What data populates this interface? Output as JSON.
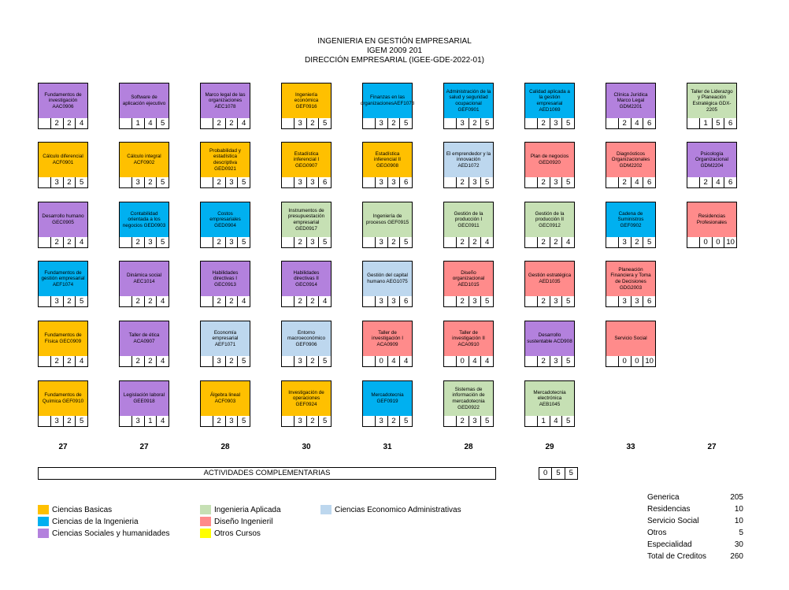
{
  "header": {
    "line1": "INGENIERIA EN GESTIÓN EMPRESARIAL",
    "line2": "IGEM 2009 201",
    "line3": "DIRECCIÓN EMPRESARIAL (IGEE-GDE-2022-01)"
  },
  "colors": {
    "basicas": "#ffc000",
    "ingenieria": "#00b0f0",
    "sociales": "#b381dd",
    "aplicada": "#c6e0b4",
    "disenio": "#ff8b8b",
    "economico": "#bdd7ee",
    "otros": "#ffff00"
  },
  "columns": [
    {
      "total": "27",
      "courses": [
        {
          "name": "Fundamentos de investigación AAC0906",
          "cat": "sociales",
          "credits": [
            "",
            "2",
            "2",
            "4"
          ]
        },
        {
          "name": "Cálculo diferencial ACF0901",
          "cat": "basicas",
          "credits": [
            "",
            "3",
            "2",
            "5"
          ]
        },
        {
          "name": "Desarrollo humano GEC0905",
          "cat": "sociales",
          "credits": [
            "",
            "2",
            "2",
            "4"
          ]
        },
        {
          "name": "Fundamentos de gestión empresarial AEF1074",
          "cat": "ingenieria",
          "credits": [
            "",
            "3",
            "2",
            "5"
          ]
        },
        {
          "name": "Fundamentos de Física GEC0909",
          "cat": "basicas",
          "credits": [
            "",
            "2",
            "2",
            "4"
          ]
        },
        {
          "name": "Fundamentos de Química GEF0910",
          "cat": "basicas",
          "credits": [
            "",
            "3",
            "2",
            "5"
          ]
        }
      ]
    },
    {
      "total": "27",
      "courses": [
        {
          "name": "Software de aplicación ejecutivo",
          "cat": "sociales",
          "credits": [
            "",
            "1",
            "4",
            "5"
          ]
        },
        {
          "name": "Cálculo integral ACF0902",
          "cat": "basicas",
          "credits": [
            "",
            "3",
            "2",
            "5"
          ]
        },
        {
          "name": "Contabilidad orientada a los negocios GED0903",
          "cat": "ingenieria",
          "credits": [
            "",
            "2",
            "3",
            "5"
          ]
        },
        {
          "name": "Dinámica social AEC1014",
          "cat": "sociales",
          "credits": [
            "",
            "2",
            "2",
            "4"
          ]
        },
        {
          "name": "Taller de ética ACA0907",
          "cat": "sociales",
          "credits": [
            "",
            "2",
            "2",
            "4"
          ]
        },
        {
          "name": "Legislación laboral GEE0918",
          "cat": "sociales",
          "credits": [
            "",
            "3",
            "1",
            "4"
          ]
        }
      ]
    },
    {
      "total": "28",
      "courses": [
        {
          "name": "Marco legal de las organizaciones AEC1078",
          "cat": "sociales",
          "credits": [
            "",
            "2",
            "2",
            "4"
          ]
        },
        {
          "name": "Probabilidad y estadística descriptiva GED0921",
          "cat": "basicas",
          "credits": [
            "",
            "2",
            "3",
            "5"
          ]
        },
        {
          "name": "Costos empresariales GED0904",
          "cat": "ingenieria",
          "credits": [
            "",
            "2",
            "3",
            "5"
          ]
        },
        {
          "name": "Habilidades directivas I GEC0913",
          "cat": "sociales",
          "credits": [
            "",
            "2",
            "2",
            "4"
          ]
        },
        {
          "name": "Economía empresarial AEF1071",
          "cat": "economico",
          "credits": [
            "",
            "3",
            "2",
            "5"
          ]
        },
        {
          "name": "Álgebra lineal ACF0903",
          "cat": "basicas",
          "credits": [
            "",
            "2",
            "3",
            "5"
          ]
        }
      ]
    },
    {
      "total": "30",
      "courses": [
        {
          "name": "Ingeniería económica GEF0916",
          "cat": "basicas",
          "credits": [
            "",
            "3",
            "2",
            "5"
          ]
        },
        {
          "name": "Estadística inferencial I GEG0907",
          "cat": "basicas",
          "credits": [
            "",
            "3",
            "3",
            "6"
          ]
        },
        {
          "name": "Instrumentos de presupuestación empresarial GED0917",
          "cat": "aplicada",
          "credits": [
            "",
            "2",
            "3",
            "5"
          ]
        },
        {
          "name": "Habilidades directivas II GEC0914",
          "cat": "sociales",
          "credits": [
            "",
            "2",
            "2",
            "4"
          ]
        },
        {
          "name": "Entorno macroeconómico GEF0906",
          "cat": "economico",
          "credits": [
            "",
            "3",
            "2",
            "5"
          ]
        },
        {
          "name": "Investigación de operaciones GEF0924",
          "cat": "basicas",
          "credits": [
            "",
            "3",
            "2",
            "5"
          ]
        }
      ]
    },
    {
      "total": "31",
      "courses": [
        {
          "name": "Finanzas en las organizacionesAEF1073",
          "cat": "ingenieria",
          "credits": [
            "",
            "3",
            "2",
            "5"
          ]
        },
        {
          "name": "Estadística inferencial II GEG0908",
          "cat": "basicas",
          "credits": [
            "",
            "3",
            "3",
            "6"
          ]
        },
        {
          "name": "Ingeniería de procesos GEF0915",
          "cat": "aplicada",
          "credits": [
            "",
            "3",
            "2",
            "5"
          ]
        },
        {
          "name": "Gestión del capital humano AEG1075",
          "cat": "economico",
          "credits": [
            "",
            "3",
            "3",
            "6"
          ]
        },
        {
          "name": "Taller de investigación I ACA0909",
          "cat": "disenio",
          "credits": [
            "",
            "0",
            "4",
            "4"
          ]
        },
        {
          "name": "Mercadotecnia GEF0919",
          "cat": "ingenieria",
          "credits": [
            "",
            "3",
            "2",
            "5"
          ]
        }
      ]
    },
    {
      "total": "28",
      "courses": [
        {
          "name": "Administración de la salud y seguridad ocupacional GEF0901",
          "cat": "ingenieria",
          "credits": [
            "",
            "3",
            "2",
            "5"
          ]
        },
        {
          "name": "El emprendedor y la innovación AED1072",
          "cat": "economico",
          "credits": [
            "",
            "2",
            "3",
            "5"
          ]
        },
        {
          "name": "Gestión de la producción I GEC0911",
          "cat": "aplicada",
          "credits": [
            "",
            "2",
            "2",
            "4"
          ]
        },
        {
          "name": "Diseño organizacional AED1015",
          "cat": "disenio",
          "credits": [
            "",
            "2",
            "3",
            "5"
          ]
        },
        {
          "name": "Taller de investigación II ACA0910",
          "cat": "disenio",
          "credits": [
            "",
            "0",
            "4",
            "4"
          ]
        },
        {
          "name": "Sistemas de información de mercadotecnia GED0922",
          "cat": "aplicada",
          "credits": [
            "",
            "2",
            "3",
            "5"
          ]
        }
      ]
    },
    {
      "total": "29",
      "courses": [
        {
          "name": "Calidad aplicada a la gestión empresarial AED1069",
          "cat": "ingenieria",
          "credits": [
            "",
            "2",
            "3",
            "5"
          ]
        },
        {
          "name": "Plan de negocios GED0920",
          "cat": "disenio",
          "credits": [
            "",
            "2",
            "3",
            "5"
          ]
        },
        {
          "name": "Gestión de la producción II GEC0912",
          "cat": "aplicada",
          "credits": [
            "",
            "2",
            "2",
            "4"
          ]
        },
        {
          "name": "Gestión estratégica AED1035",
          "cat": "disenio",
          "credits": [
            "",
            "2",
            "3",
            "5"
          ]
        },
        {
          "name": "Desarrollo sustentable ACD908",
          "cat": "sociales",
          "credits": [
            "",
            "2",
            "3",
            "5"
          ]
        },
        {
          "name": "Mercadotecnia electrónica AEB1045",
          "cat": "aplicada",
          "credits": [
            "",
            "1",
            "4",
            "5"
          ]
        }
      ]
    },
    {
      "total": "33",
      "courses": [
        {
          "name": "Clínica Jurídica Marco Legal GDM2201",
          "cat": "sociales",
          "credits": [
            "",
            "2",
            "4",
            "6"
          ]
        },
        {
          "name": "Diagnósticos Organizacionales GDM2202",
          "cat": "disenio",
          "credits": [
            "",
            "2",
            "4",
            "6"
          ]
        },
        {
          "name": "Cadena de Suministros GEF0902",
          "cat": "ingenieria",
          "credits": [
            "",
            "3",
            "2",
            "5"
          ]
        },
        {
          "name": "Planeación Financiera y Toma de Decisiones GDG2003",
          "cat": "disenio",
          "credits": [
            "",
            "3",
            "3",
            "6"
          ]
        },
        {
          "name": "Servicio Social",
          "cat": "disenio",
          "credits": [
            "",
            "0",
            "0",
            "10"
          ]
        }
      ]
    },
    {
      "total": "27",
      "courses": [
        {
          "name": "Taller de Liderazgo y Planeación Estratégica GDX-2205",
          "cat": "aplicada",
          "credits": [
            "",
            "1",
            "5",
            "6"
          ]
        },
        {
          "name": "Psicología Organizacional GDM2204",
          "cat": "sociales",
          "credits": [
            "",
            "2",
            "4",
            "6"
          ]
        },
        {
          "name": "Residencias Profesionales",
          "cat": "disenio",
          "credits": [
            "",
            "0",
            "0",
            "10"
          ]
        }
      ]
    }
  ],
  "actividades": {
    "label": "ACTIVIDADES COMPLEMENTARIAS",
    "credits": [
      "0",
      "5",
      "5"
    ]
  },
  "legend": [
    {
      "label": "Ciencias Basicas",
      "cat": "basicas"
    },
    {
      "label": "Ciencias de la Ingenieria",
      "cat": "ingenieria"
    },
    {
      "label": "Ciencias Sociales y humanidades",
      "cat": "sociales"
    },
    {
      "label": "Ingenieria Aplicada",
      "cat": "aplicada"
    },
    {
      "label": "Diseño Ingenieril",
      "cat": "disenio"
    },
    {
      "label": "Otros Cursos",
      "cat": "otros"
    },
    {
      "label": "Ciencias Economico Administrativas",
      "cat": "economico"
    }
  ],
  "summary": [
    {
      "label": "Generica",
      "value": "205"
    },
    {
      "label": "Residencias",
      "value": "10"
    },
    {
      "label": "Servicio Social",
      "value": "10"
    },
    {
      "label": "Otros",
      "value": "5"
    },
    {
      "label": "Especialidad",
      "value": "30"
    },
    {
      "label": "Total de Creditos",
      "value": "260"
    }
  ]
}
